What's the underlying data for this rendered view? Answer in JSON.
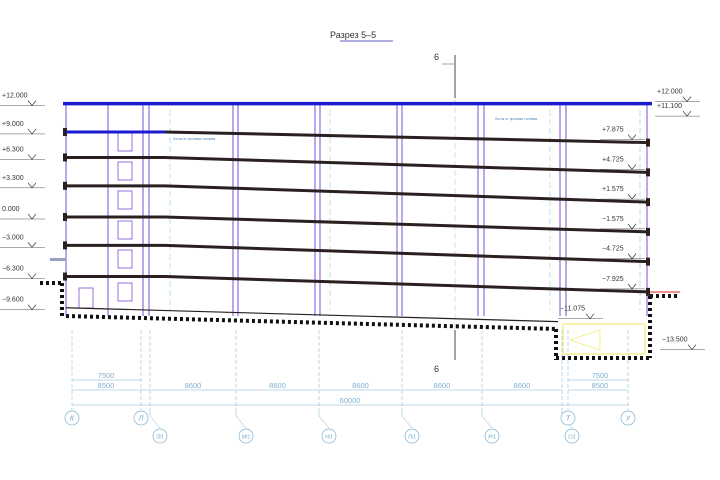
{
  "title": "Разрез  5–5",
  "section_mark": "6",
  "annotation": "Лоток от пролива топлива",
  "left_levels": [
    {
      "label": "+12.000",
      "elev": 12.0
    },
    {
      "label": "+9.000",
      "elev": 9.0
    },
    {
      "label": "+6.300",
      "elev": 6.3
    },
    {
      "label": "+3.300",
      "elev": 3.3
    },
    {
      "label": "0.000",
      "elev": 0.0
    },
    {
      "label": "−3.000",
      "elev": -3.0
    },
    {
      "label": "−6.300",
      "elev": -6.3
    },
    {
      "label": "−9.600",
      "elev": -9.6
    }
  ],
  "right_levels": [
    {
      "label": "+12.000",
      "elev": 12.0
    },
    {
      "label": "+11.100",
      "elev": 11.1
    },
    {
      "label": "+7.875",
      "elev": 7.875
    },
    {
      "label": "+4.725",
      "elev": 4.725
    },
    {
      "label": "+1.575",
      "elev": 1.575
    },
    {
      "label": "−1.575",
      "elev": -1.575
    },
    {
      "label": "−4.725",
      "elev": -4.725
    },
    {
      "label": "−7.925",
      "elev": -7.925
    },
    {
      "label": "−11.075",
      "elev": -11.075
    },
    {
      "label": "−13.500",
      "elev": -13.5
    }
  ],
  "slabs": [
    {
      "left": 9.0,
      "right": 7.875
    },
    {
      "left": 6.3,
      "right": 4.725
    },
    {
      "left": 3.3,
      "right": 1.575
    },
    {
      "left": 0.0,
      "right": -1.575
    },
    {
      "left": -3.0,
      "right": -4.725
    },
    {
      "left": -6.3,
      "right": -7.925
    }
  ],
  "axes": [
    {
      "label": "К",
      "row": 0
    },
    {
      "label": "Л",
      "row": 0
    },
    {
      "label": "Л/1",
      "row": 1
    },
    {
      "label": "М/1",
      "row": 1
    },
    {
      "label": "Н/1",
      "row": 1
    },
    {
      "label": "П/1",
      "row": 1
    },
    {
      "label": "Р/1",
      "row": 1
    },
    {
      "label": "С/1",
      "row": 1
    },
    {
      "label": "Т",
      "row": 0
    },
    {
      "label": "У",
      "row": 0
    }
  ],
  "dimensions": {
    "left_7500": "7500",
    "left_8500": "8500",
    "spans": [
      "8600",
      "8600",
      "8600",
      "8600",
      "8600"
    ],
    "right_7500": "7500",
    "right_8500": "8500",
    "total": "60000"
  },
  "colors": {
    "roof": "#1a1ad0",
    "slab": "#2a2020",
    "column": "#7b4fd8",
    "dim": "#7fb0d0",
    "hatch": "#111111",
    "pit": "#f0e030",
    "ground_edge": "#e02020"
  }
}
